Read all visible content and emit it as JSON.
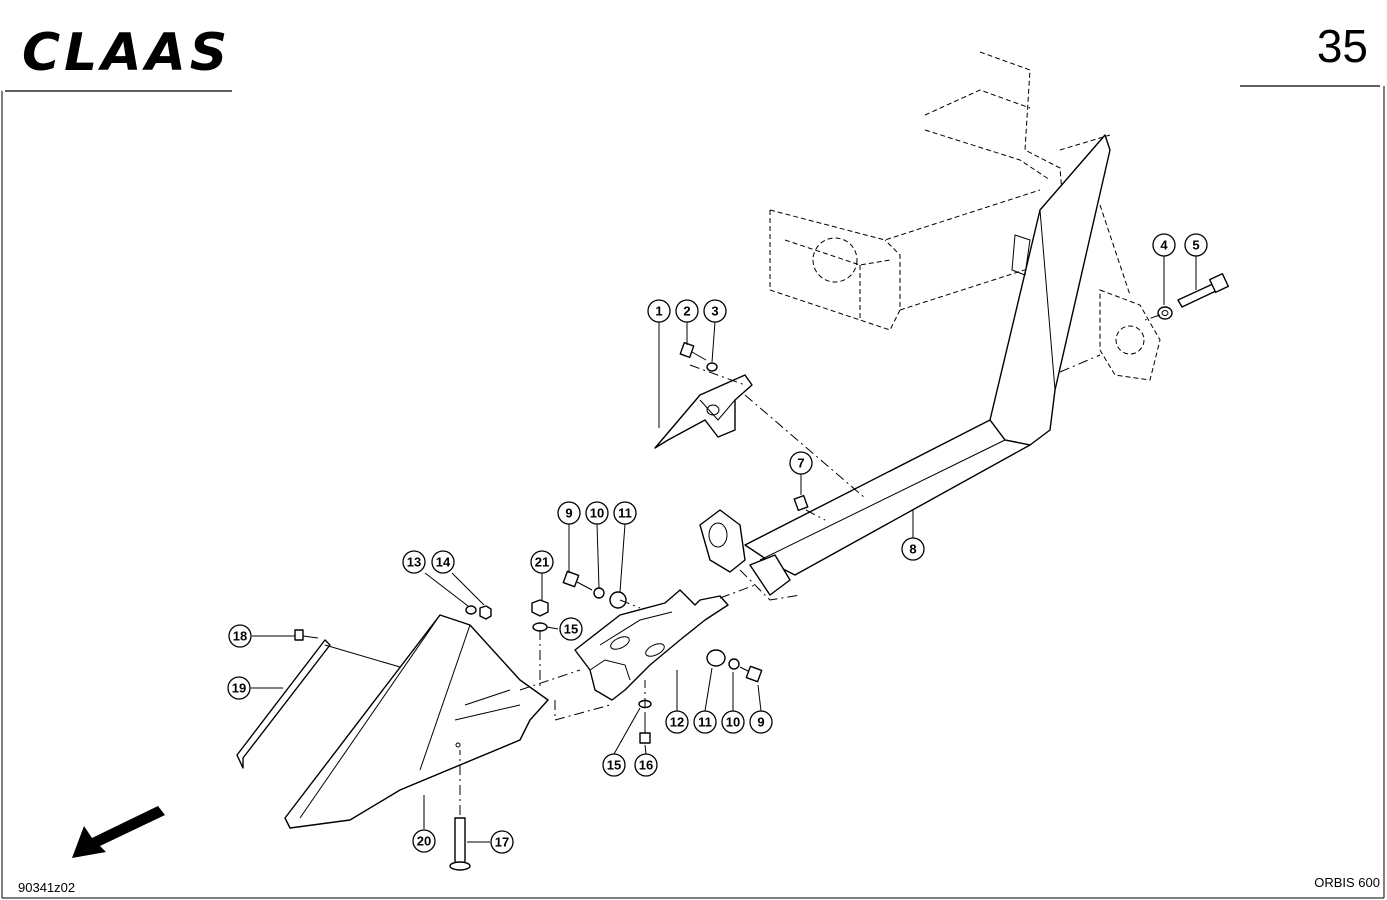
{
  "header": {
    "brand": "CLAAS",
    "page_number": "35"
  },
  "footer": {
    "drawing_code": "90341z02",
    "model": "ORBIS 600"
  },
  "icons": {
    "direction_arrow": "arrow-down-left-icon"
  },
  "callouts": {
    "c1": "1",
    "c2": "2",
    "c3": "3",
    "c4": "4",
    "c5": "5",
    "c7": "7",
    "c8": "8",
    "c9a": "9",
    "c10a": "10",
    "c11a": "11",
    "c13": "13",
    "c14": "14",
    "c15a": "15",
    "c18": "18",
    "c19": "19",
    "c21": "21",
    "c12": "12",
    "c11b": "11",
    "c10b": "10",
    "c9b": "9",
    "c15b": "15",
    "c16": "16",
    "c17": "17",
    "c20": "20"
  }
}
